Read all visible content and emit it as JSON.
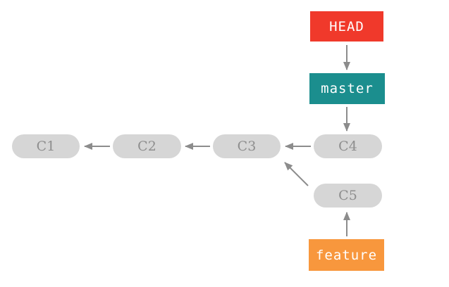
{
  "diagram": {
    "type": "git-commit-graph",
    "nodes": {
      "head": {
        "label": "HEAD",
        "kind": "ref"
      },
      "master": {
        "label": "master",
        "kind": "branch"
      },
      "feature": {
        "label": "feature",
        "kind": "branch"
      },
      "c1": {
        "label": "C1",
        "kind": "commit"
      },
      "c2": {
        "label": "C2",
        "kind": "commit"
      },
      "c3": {
        "label": "C3",
        "kind": "commit"
      },
      "c4": {
        "label": "C4",
        "kind": "commit"
      },
      "c5": {
        "label": "C5",
        "kind": "commit"
      }
    },
    "edges": [
      {
        "from": "head",
        "to": "master"
      },
      {
        "from": "master",
        "to": "c4"
      },
      {
        "from": "c4",
        "to": "c3"
      },
      {
        "from": "c3",
        "to": "c2"
      },
      {
        "from": "c2",
        "to": "c1"
      },
      {
        "from": "c5",
        "to": "c3"
      },
      {
        "from": "feature",
        "to": "c5"
      }
    ]
  },
  "colors": {
    "head_bg": "#f0392b",
    "master_bg": "#1b8e8e",
    "feature_bg": "#f8973d",
    "ref_text": "#ffffff",
    "commit_fill": "#d6d6d6",
    "commit_text": "#8e8e8e",
    "arrow": "#8c8c8c",
    "background": "#ffffff"
  }
}
